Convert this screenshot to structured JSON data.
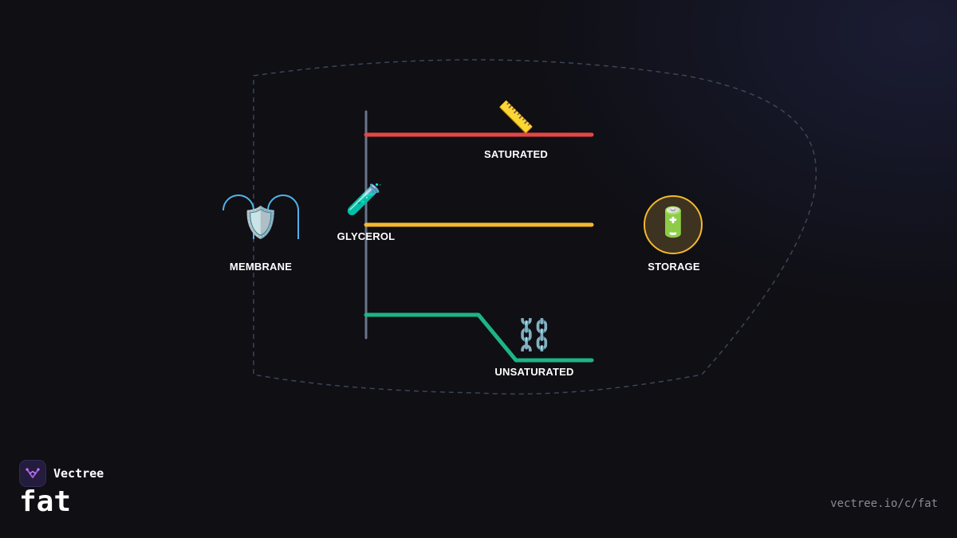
{
  "diagram": {
    "nodes": {
      "saturated": {
        "label": "SATURATED",
        "icon": "ruler-icon",
        "glyph": "📏",
        "color": "#e84545"
      },
      "glycerol": {
        "label": "GLYCEROL",
        "icon": "test-tube-icon",
        "glyph": "🧪"
      },
      "membrane": {
        "label": "MEMBRANE",
        "icon": "shield-icon",
        "glyph": "🛡️",
        "color": "#4fb3e8"
      },
      "storage": {
        "label": "STORAGE",
        "icon": "battery-icon",
        "glyph": "🔋",
        "color": "#f5b82e"
      },
      "unsaturated": {
        "label": "UNSATURATED",
        "icon": "chain-icon",
        "glyph": "⛓️",
        "color": "#1db584"
      }
    },
    "middle_chain_color": "#f5b82e",
    "backbone_color": "#6b7588",
    "outline_color": "#3a4658"
  },
  "footer": {
    "brand_name": "Vectree",
    "page_title": "fat",
    "url": "vectree.io/c/fat"
  }
}
